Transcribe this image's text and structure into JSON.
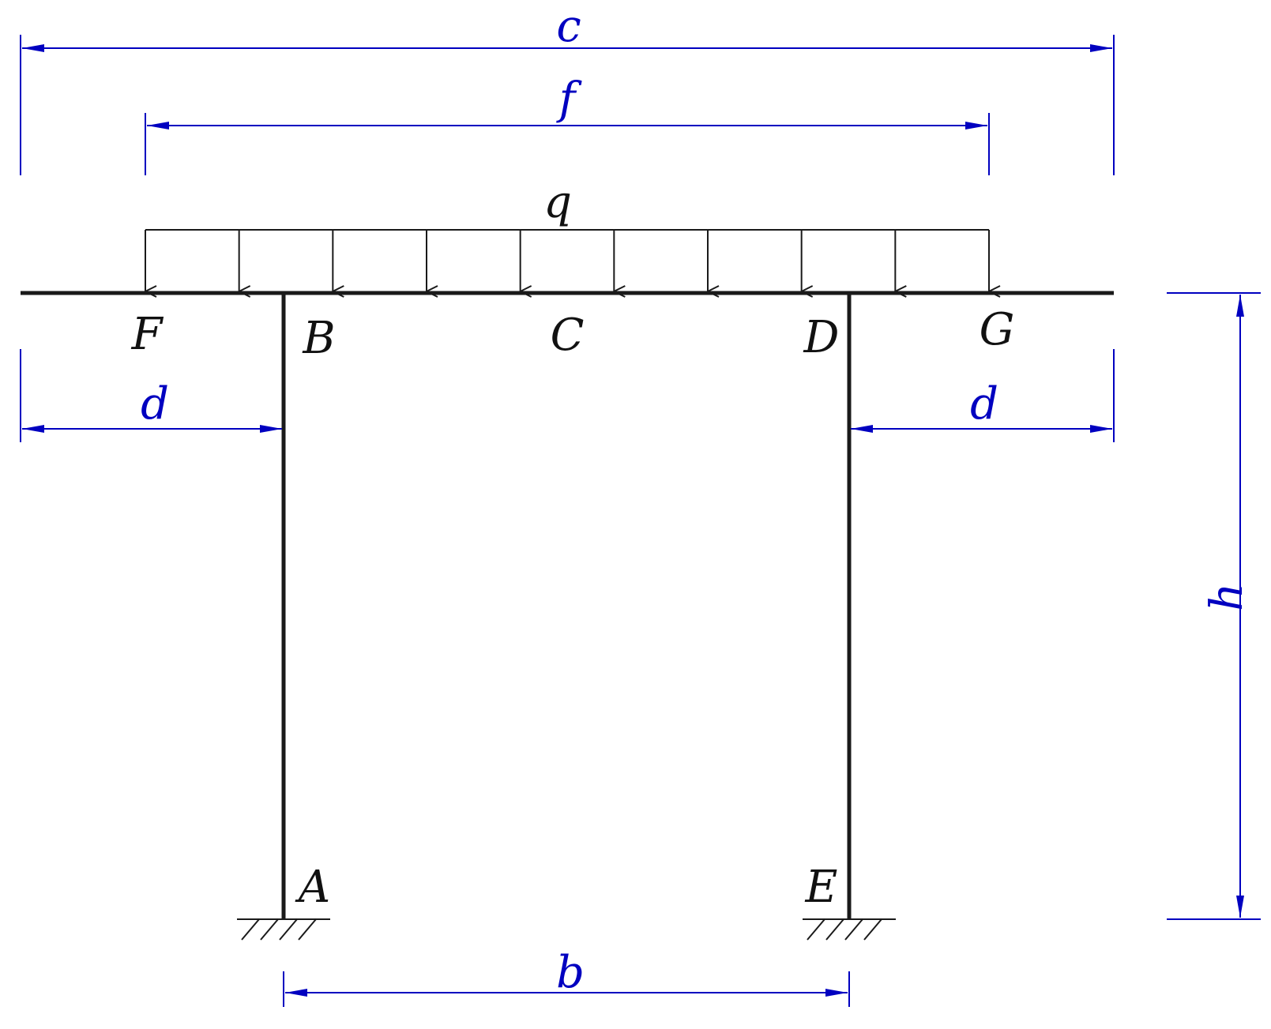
{
  "colors": {
    "structure": "#1a1a1a",
    "dimension": "#0000c0"
  },
  "points": {
    "F": "F",
    "B": "B",
    "C": "C",
    "D": "D",
    "G": "G",
    "A": "A",
    "E": "E"
  },
  "load": {
    "label": "q"
  },
  "dimensions": {
    "c": "c",
    "f": "f",
    "d_left": "d",
    "d_right": "d",
    "b": "b",
    "h": "h"
  }
}
